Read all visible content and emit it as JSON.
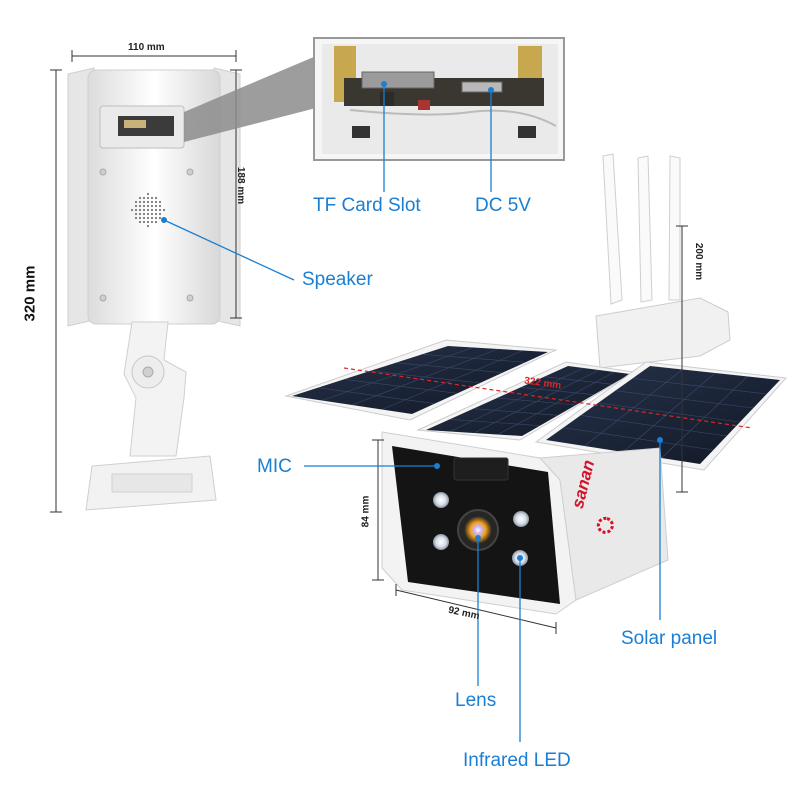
{
  "dimensions": {
    "width_front": "110 mm",
    "height_body": "188 mm",
    "height_total": "320 mm",
    "antenna_height": "200 mm",
    "panel_width": "322 mm",
    "camera_height": "84 mm",
    "camera_width": "92 mm"
  },
  "labels": {
    "tf_card": "TF Card Slot",
    "dc": "DC 5V",
    "speaker": "Speaker",
    "mic": "MIC",
    "lens": "Lens",
    "infrared": "Infrared LED",
    "solar": "Solar panel"
  },
  "brand": "sanan",
  "colors": {
    "callout": "#1a7fd4",
    "panel": "#1b2233",
    "housing": "#f2f2f2",
    "brand_red": "#d3122a"
  }
}
